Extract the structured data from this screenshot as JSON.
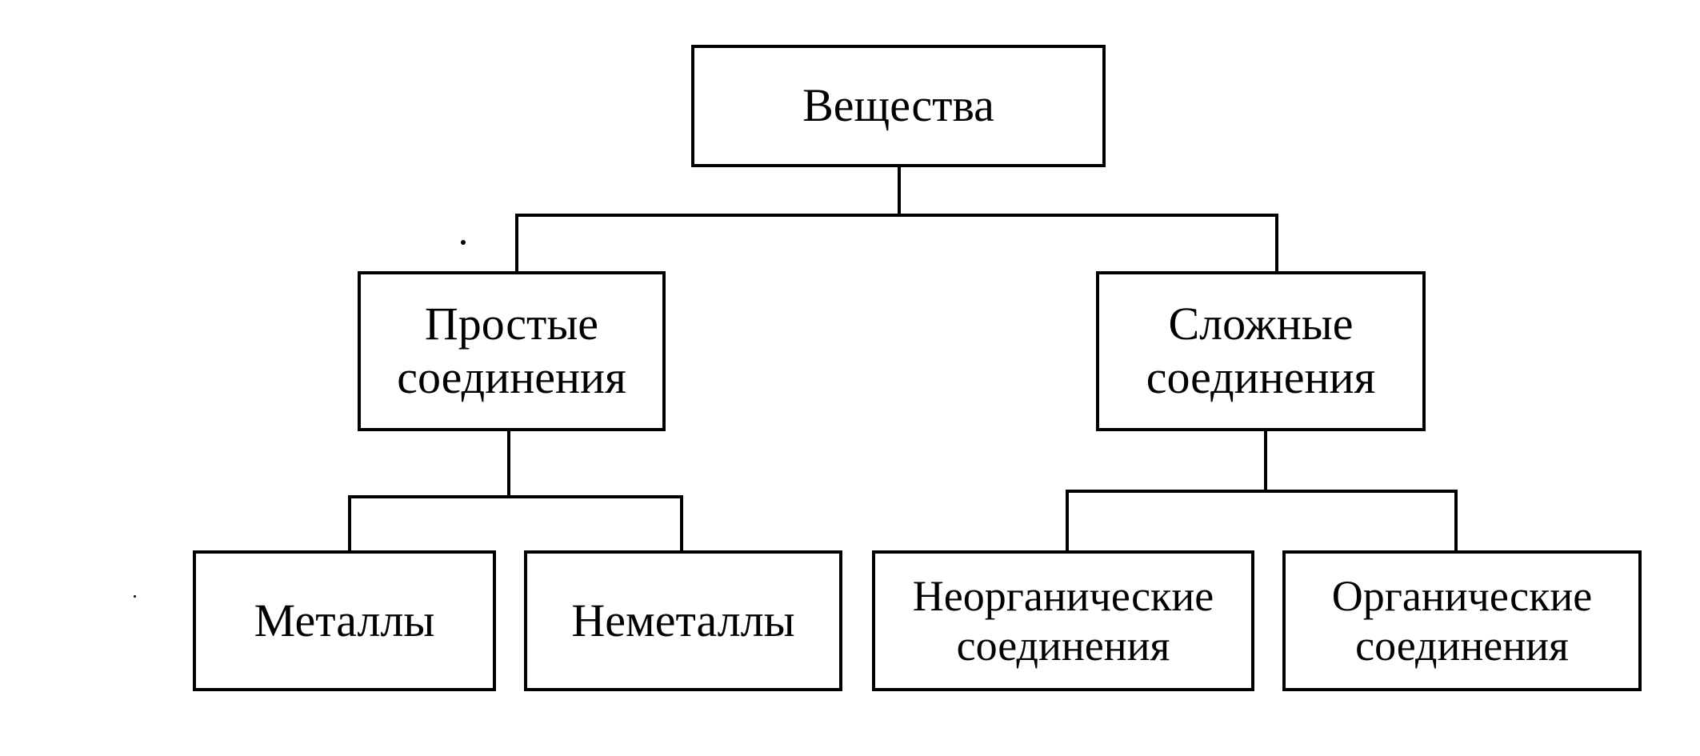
{
  "diagram": {
    "root": {
      "label": "Вещества"
    },
    "simple": {
      "label": "Простые\nсоединения"
    },
    "complex": {
      "label": "Сложные\nсоединения"
    },
    "metals": {
      "label": "Металлы"
    },
    "nonmetals": {
      "label": "Неметаллы"
    },
    "inorganic": {
      "label": "Неорганические\nсоединения"
    },
    "organic": {
      "label": "Органические\nсоединения"
    }
  },
  "colors": {
    "line": "#000000",
    "background": "#ffffff"
  }
}
